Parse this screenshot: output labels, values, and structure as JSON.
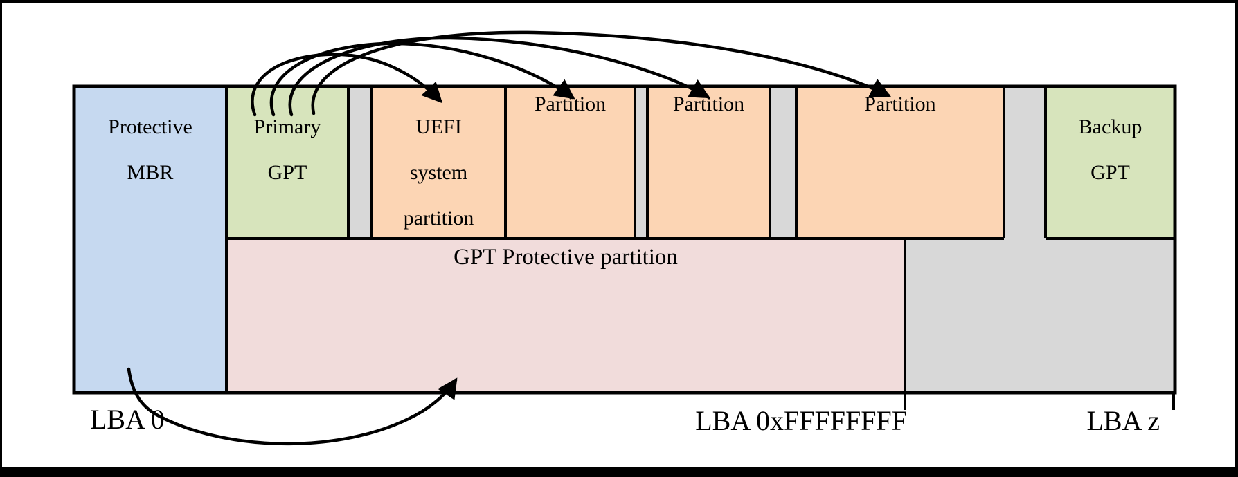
{
  "diagram": {
    "description": "GUID Partition Table (GPT) disk layout scheme",
    "colors": {
      "mbr_blue": "#c6d9f0",
      "gpt_green": "#d7e4bc",
      "partition_orange": "#fcd5b4",
      "protective_pink": "#f1dcdb",
      "unused_gray": "#d8d8d8",
      "line": "#000000",
      "text": "#000000",
      "background": "#ffffff"
    },
    "boxes": {
      "protective_mbr": {
        "line1": "Protective",
        "line2": "MBR"
      },
      "primary_gpt": {
        "line1": "Primary",
        "line2": "GPT"
      },
      "uefi_system_partition": {
        "line1": "UEFI",
        "line2": "system",
        "line3": "partition"
      },
      "partition_1": {
        "line1": "Partition"
      },
      "partition_2": {
        "line1": "Partition"
      },
      "partition_3": {
        "line1": "Partition"
      },
      "backup_gpt": {
        "line1": "Backup",
        "line2": "GPT"
      },
      "gpt_protective_partition": {
        "line1": "GPT Protective partition"
      }
    },
    "lba_labels": {
      "start": "LBA 0",
      "mbr_limit": "LBA 0xFFFFFFFF",
      "disk_end": "LBA z"
    },
    "arrows": {
      "primary_gpt_to_uefi": "arrow from Primary GPT to UEFI system partition",
      "primary_gpt_to_partition_1": "arrow from Primary GPT to Partition 1",
      "primary_gpt_to_partition_2": "arrow from Primary GPT to Partition 2",
      "primary_gpt_to_partition_3": "arrow from Primary GPT to Partition 3",
      "mbr_to_gpt_protective_partition": "arrow from Protective MBR (LBA 0) to GPT Protective partition"
    }
  }
}
